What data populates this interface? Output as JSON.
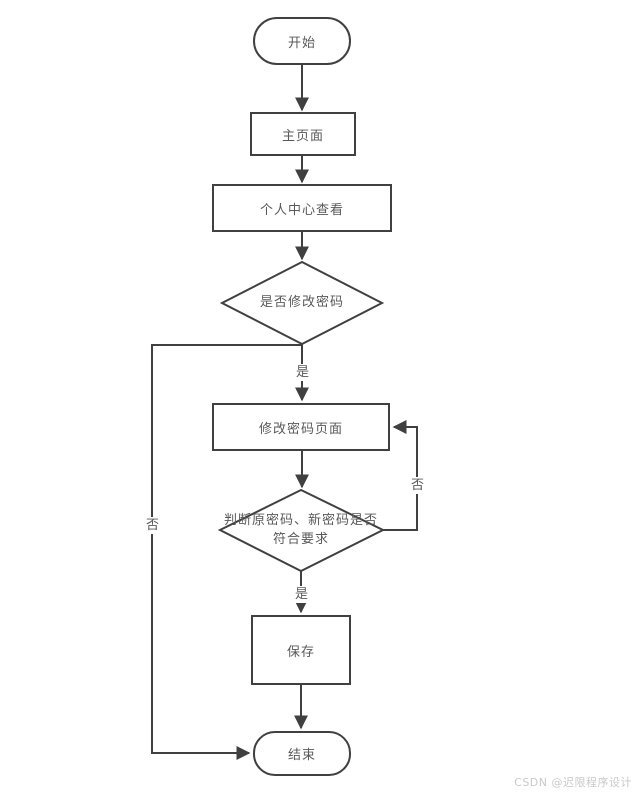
{
  "diagram": {
    "nodes": {
      "start": {
        "label": "开始",
        "shape": "stadium"
      },
      "main_page": {
        "label": "主页面",
        "shape": "rect"
      },
      "personal_center": {
        "label": "个人中心查看",
        "shape": "rect"
      },
      "decision_modify": {
        "label": "是否修改密码",
        "shape": "diamond"
      },
      "password_page": {
        "label": "修改密码页面",
        "shape": "rect"
      },
      "decision_valid": {
        "label": "判断原密码、新密码是否\n符合要求",
        "shape": "diamond"
      },
      "save": {
        "label": "保存",
        "shape": "rect"
      },
      "end": {
        "label": "结束",
        "shape": "stadium"
      }
    },
    "edge_labels": {
      "yes_modify": "是",
      "no_modify": "否",
      "no_valid": "否",
      "yes_valid": "是"
    },
    "colors": {
      "stroke": "#404040",
      "text": "#595959",
      "background": "#ffffff",
      "watermark_text": "#c9c9c9"
    }
  },
  "watermark": {
    "text": "CSDN @迟限程序设计"
  }
}
